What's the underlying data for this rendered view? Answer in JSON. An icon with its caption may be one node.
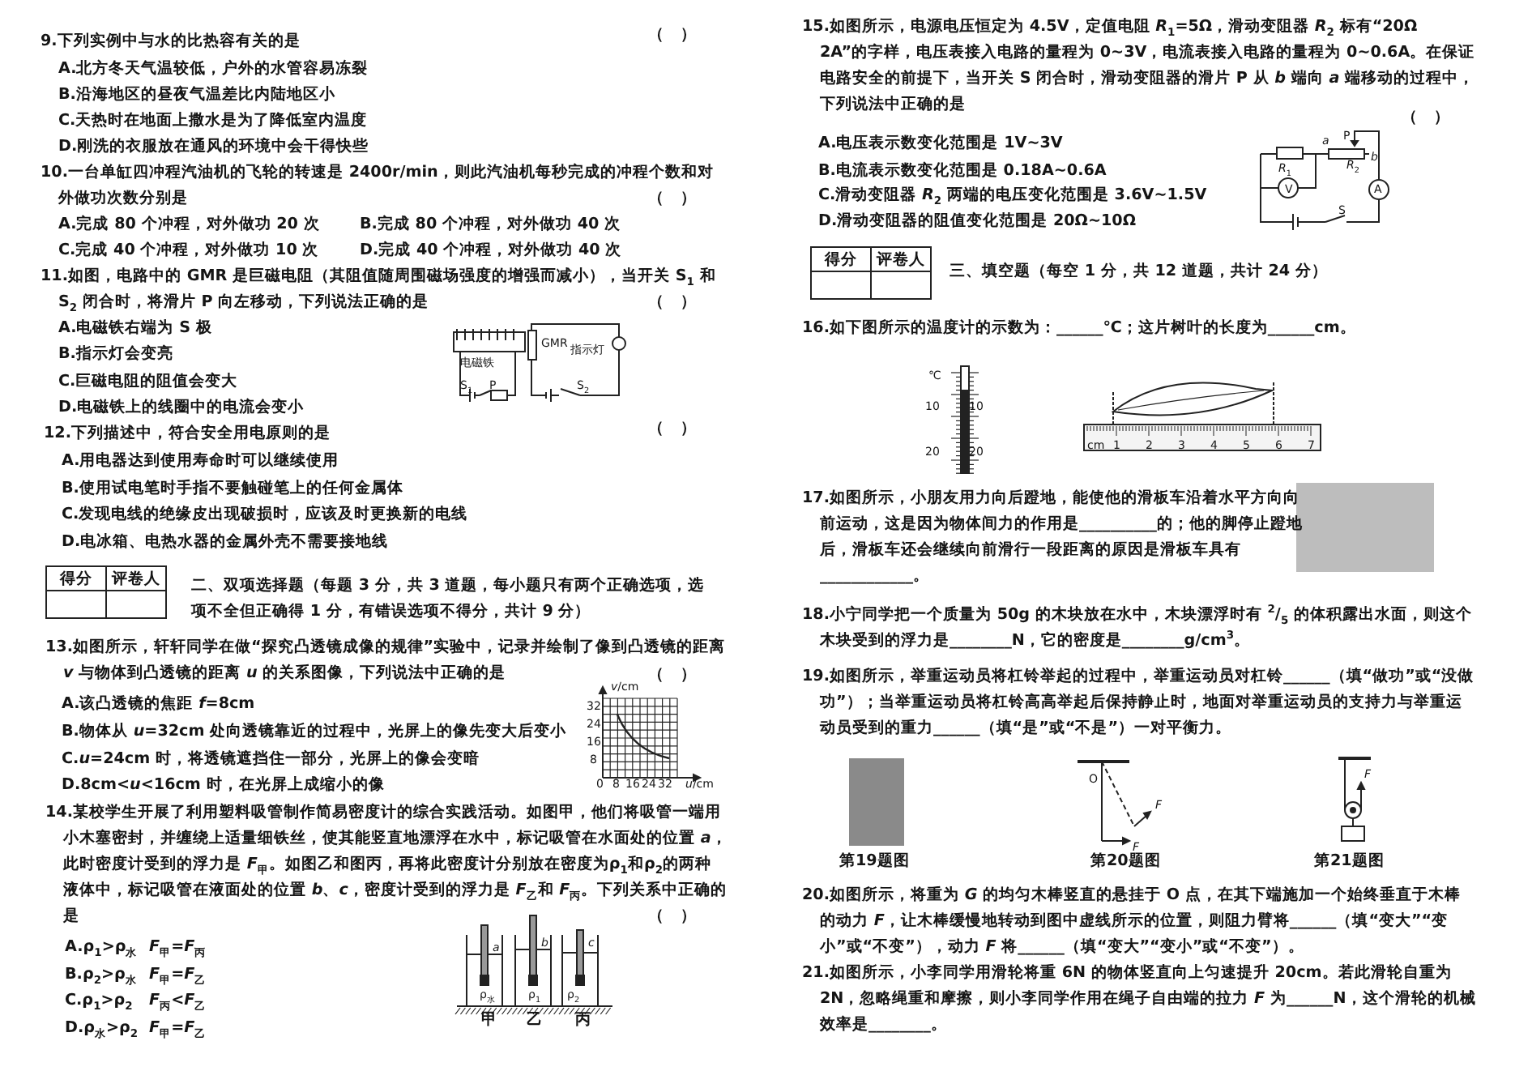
{
  "diagram": {
    "labels": [
      "9.下列实例中与水的比热容有关的是",
      "（　）",
      "A.北方冬天气温较低，户外的水管容易冻裂",
      "B.沿海地区的昼夜气温差比内陆地区小",
      "C.天热时在地面上撒水是为了降低室内温度",
      "D.刚洗的衣服放在通风的环境中会干得快些",
      "10.一台单缸四冲程汽油机的飞轮的转速是 2400r/min，则此汽油机每秒完成的冲程个数和对外做功次数分别是",
      "（　）",
      "A.完成 80 个冲程，对外做功 20 次",
      "B.完成 80 个冲程，对外做功 40 次",
      "C.完成 40 个冲程，对外做功 10 次",
      "D.完成 40 个冲程，对外做功 40 次",
      "11.如图，电路中的 GMR 是巨磁电阻（其阻值随周围磁场强度的增强而减小），当开关 S$_{1}$ 和 S$_{2}$ 闭合时，将滑片 P 向左移动，下列说法正确的是",
      "（　）",
      "A.电磁铁右端为 S 极",
      "B.指示灯会变亮",
      "C.巨磁电阻的阻值会变大",
      "D.电磁铁上的线圈中的电流会变小",
      "12.下列描述中，符合安全用电原则的是",
      "（　）",
      "A.用电器达到使用寿命时可以继续使用",
      "B.使用试电笔时手指不要触碰笔上的任何金属体",
      "C.发现电线的绝缘皮出现破损时，应该及时更换新的电线",
      "D.电冰箱、电热水器的金属外壳不需要接地线",
      "得分",
      "评卷人",
      "二、双项选择题（每题 3 分，共 3 道题，每小题只有两个正确选项，选项不全但正确得 1 分，有错误选项不得分，共计 9 分）",
      "13.如图所示，轩轩同学在做“探究凸透镜成像的规律”实验中，记录并绘制了像到凸透镜的距离 *v* 与物体到凸透镜的距离 *u* 的关系图像，下列说法中正确的是",
      "（　）",
      "A.该凸透镜的焦距 *f*=8cm",
      "B.物体从 *u*=32cm 处向透镜靠近的过程中，光屏上的像先变大后变小",
      "C.*u*=24cm 时，将透镜遮挡住一部分，光屏上的像会变暗",
      "D.8cm<*u*<16cm 时，在光屏上成缩小的像",
      "14.某校学生开展了利用塑料吸管制作简易密度计的综合实践活动。如图甲，他们将吸管一端用小木塞密封，并缠绕上适量细铁丝，使其能竖直地漂浮在水中，标记吸管在水面处的位置 *a*，此时密度计受到的浮力是 *F*$_{甲}$。如图乙和图丙，再将此密度计分别放在密度为ρ$_{1}$和ρ$_{2}$的两种液体中，标记吸管在液面处的位置 *b*、*c*，密度计受到的浮力是 *F*$_{乙}$和 *F*$_{丙}$。下列关系中正确的是",
      "（　）",
      "A.ρ$_{1}$>ρ$_{水}$",
      "*F*$_{甲}$=*F*$_{丙}$",
      "B.ρ$_{2}$>ρ$_{水}$",
      "*F*$_{甲}$=*F*$_{乙}$",
      "C.ρ$_{1}$>ρ$_{2}$",
      "*F*$_{丙}$<*F*$_{乙}$",
      "D.ρ$_{水}$>ρ$_{2}$",
      "*F*$_{甲}$=*F*$_{乙}$",
      "15.如图所示，电源电压恒定为 4.5V，定值电阻 *R*$_{1}$=5Ω，滑动变阻器 *R*$_{2}$ 标有“20Ω　2A”的字样，电压表接入电路的量程为 0~3V，电流表接入电路的量程为 0~0.6A。在保证电路安全的前提下，当开关 S 闭合时，滑动变阻器的滑片 P 从 *b* 端向 *a* 端移动的过程中，下列说法中正确的是",
      "（　）",
      "A.电压表示数变化范围是 1V~3V",
      "B.电流表示数变化范围是 0.18A~0.6A",
      "C.滑动变阻器 *R*$_{2}$ 两端的电压变化范围是 3.6V~1.5V",
      "D.滑动变阻器的阻值变化范围是 20Ω~10Ω",
      "得分",
      "评卷人",
      "三、填空题（每空 1 分，共 12 道题，共计 24 分）",
      "16.如下图所示的温度计的示数为：______℃；这片树叶的长度为______cm。",
      "17.如图所示，小朋友用力向后蹬地，能使他的滑板车沿着水平方向向前运动，这是因为物体间力的作用是__________的；他的脚停止蹬地后，滑板车还会继续向前滑行一段距离的原因是滑板车具有____________。",
      "18.小宁同学把一个质量为 50g 的木块放在水中，木块漂浮时有 $^{2}$/$_{5}$ 的体积露出水面，则这个木块受到的浮力是________N，它的密度是________g/cm$^{3}$。",
      "19.如图所示，举重运动员将杠铃举起的过程中，举重运动员对杠铃______（填“做功”或“没做功”）；当举重运动员将杠铃高高举起后保持静止时，地面对举重运动员的支持力与举重运动员受到的重力______（填“是”或“不是”）一对平衡力。",
      "第19题图",
      "第20题图",
      "第21题图",
      "20.如图所示，将重为 *G* 的均匀木棒竖直的悬挂于 O 点，在其下端施加一个始终垂直于木棒的动力 *F*，让木棒缓慢地转动到图中虚线所示的位置，则阻力臂将______（填“变大”“变小”或“不变”），动力 *F* 将______（填“变大”“变小”或“不变”）。",
      "21.如图所示，小李同学用滑轮将重 6N 的物体竖直向上匀速提升 20cm。若此滑轮自重为 2N，忽略绳重和摩擦，则小李同学作用在绳子自由端的拉力 *F* 为______N，这个滑轮的机械效率是________。",
      "GMR",
      "电磁铁",
      "指示灯",
      "S$_{1}$",
      "P",
      "S$_{2}$",
      "*v*/cm",
      "32",
      "24",
      "16",
      "8",
      "0",
      "8",
      "16",
      "24",
      "32",
      "*u*/cm",
      "*a*",
      "*b*",
      "*c*",
      "ρ$_{水}$",
      "ρ$_{1}$",
      "ρ$_{2}$",
      "甲",
      "乙",
      "丙",
      "P",
      "*R*$_{1}$",
      "*a*",
      "*R*$_{2}$",
      "*b*",
      "V",
      "A",
      "S",
      "℃",
      "10",
      "10",
      "20",
      "20",
      "cm",
      "1",
      "2",
      "3",
      "4",
      "5",
      "6",
      "7",
      "O",
      "*F*",
      "*F*",
      "*F*"
    ]
  }
}
